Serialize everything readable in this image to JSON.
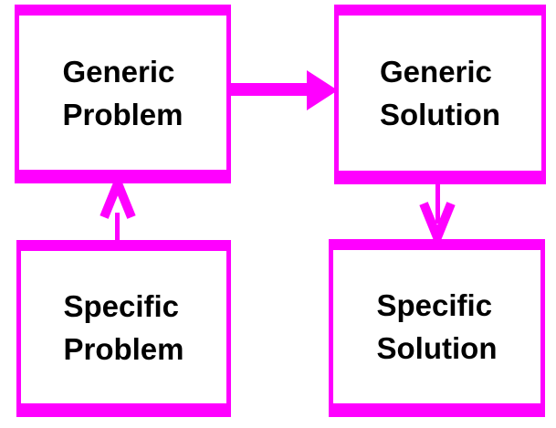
{
  "colors": {
    "accent": "#FF00FF",
    "text": "#000000",
    "background": "#FFFFFF"
  },
  "diagram": {
    "type": "flowchart",
    "boxes": {
      "generic_problem": {
        "line1": "Generic",
        "line2": "Problem"
      },
      "generic_solution": {
        "line1": "Generic",
        "line2": "Solution"
      },
      "specific_problem": {
        "line1": "Specific",
        "line2": "Problem"
      },
      "specific_solution": {
        "line1": "Specific",
        "line2": "Solution"
      }
    },
    "arrows": [
      {
        "name": "generic-problem-to-generic-solution",
        "from": "Generic Problem",
        "to": "Generic Solution",
        "direction": "right",
        "style": "thick-solid-head"
      },
      {
        "name": "specific-problem-to-generic-problem",
        "from": "Specific Problem",
        "to": "Generic Problem",
        "direction": "up",
        "style": "thin-chevron-head"
      },
      {
        "name": "generic-solution-to-specific-solution",
        "from": "Generic Solution",
        "to": "Specific Solution",
        "direction": "down",
        "style": "thin-chevron-head"
      }
    ]
  }
}
